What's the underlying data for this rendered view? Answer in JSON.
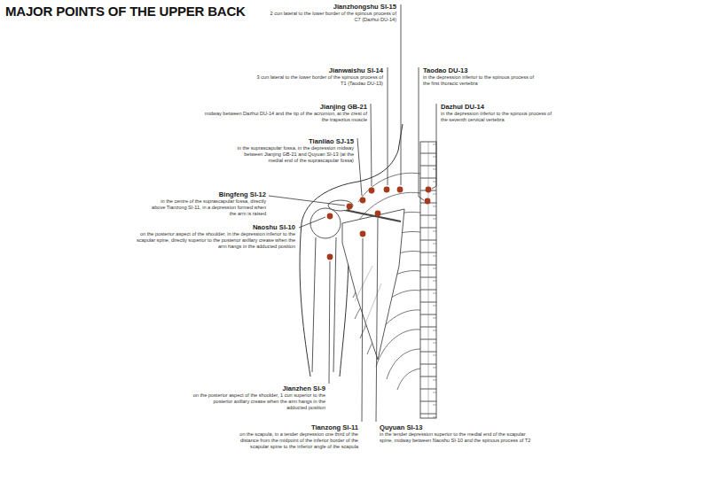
{
  "diagram": {
    "title": "MAJOR POINTS OF THE UPPER BACK",
    "labels": [
      "Jianzhongshu SI-15",
      "2 cun lateral to the lower border of the spinous process of C7 (Dazhui DU-14)",
      "Jianwaishu SI-14",
      "3 cun lateral to the lower border of the spinous process of T1 (Taodao DU-13)",
      "Taodao DU-13",
      "in the depression inferior to the spinous process of the first thoracic vertebra",
      "Jianjing GB-21",
      "midway between Dazhui DU-14 and the tip of the acromion, at the crest of the trapezius muscle",
      "Dazhui DU-14",
      "in the depression inferior to the spinous process of the seventh cervical vertebra",
      "Tianliao SJ-15",
      "in the suprascapular fossa, in the depression midway between Jianjing GB-21 and Quyuan SI-13 (at the medial end of the suprascapular fossa)",
      "Bingfeng SI-12",
      "in the centre of the suprascapular fossa, directly above Tianzong SI-11, in a depression formed when the arm is raised",
      "Naoshu SI-10",
      "on the posterior aspect of the shoulder, in the depression inferior to the scapular spine, directly superior to the posterior axillary crease when the arm hangs in the adducted position",
      "Jianzhen SI-9",
      "on the posterior aspect of the shoulder, 1 cun superior to the posterior axillary crease when the arm hangs in the adducted position",
      "Tianzong SI-11",
      "on the scapula, in a tender depression one third of the distance from the midpoint of the inferior border of the scapular spine to the inferior angle of the scapula",
      "Quyuan SI-13",
      "in the tender depression superior to the medial end of the scapular spine, midway between Naoshu SI-10 and the spinous process of T2"
    ]
  }
}
